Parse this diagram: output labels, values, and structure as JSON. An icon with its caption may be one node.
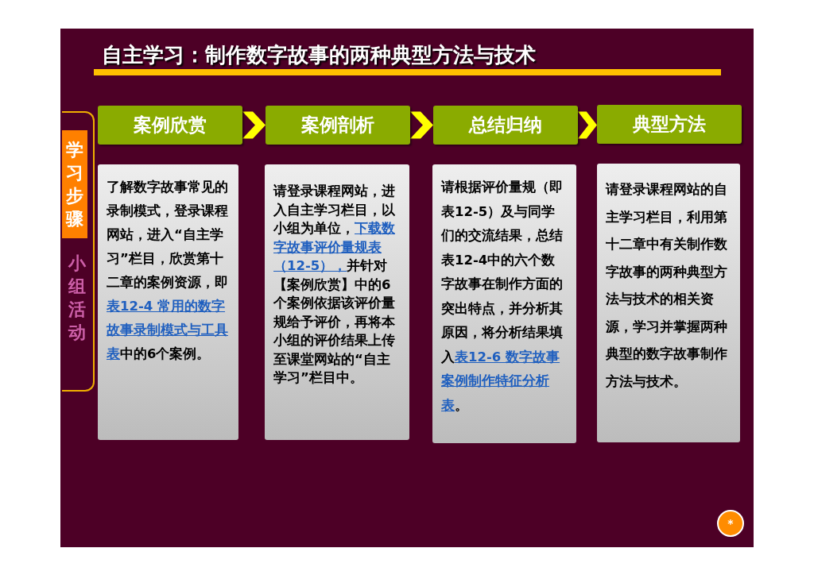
{
  "diagram": {
    "title": "自主学习：制作数字故事的两种典型方法与技术",
    "nodes": [
      {
        "text": [
          "小组活动"
        ]
      },
      {
        "text": [
          "学习步骤"
        ],
        "in": 0
      },
      {
        "text": [
          "案例欣赏"
        ]
      },
      {
        "text": [
          "案例剖析"
        ]
      },
      {
        "text": [
          "总结归纳"
        ]
      },
      {
        "text": [
          "典型方法"
        ]
      },
      {
        "text": [
          "了解数字故事常见的录制模式，登录课程网站，进入“自主学习”栏目，欣赏第十二章的案例资源，即",
          "表12-4 常用的数字故事录制模式与工具表",
          "中的6个案例。"
        ]
      },
      {
        "text": [
          "请登录课程网站，进入自主学习栏目，以小组为单位，",
          "下载数字故事评价量规表（12-5），",
          "并针对【案例欣赏】中的6个案例依据该评价量规给予评价，再将本小组的评价结果上传至课堂网站的“自主学习”栏目中。"
        ]
      },
      {
        "text": [
          "请根据评价量规（即表12-5）及与同学们的交流结果，总结表12-4中的六个数字故事在制作方面的突出特点，并分析其原因，将分析结果填入",
          "表12-6 数字故事案例制作特征分析表",
          "。"
        ]
      },
      {
        "text": [
          "请登录课程网站的自主学习栏目，利用第十二章中有关制作数字故事的两种典型方法与技术的相关资源，学习并掌握两种典型的数字故事制作方法与技术。"
        ]
      }
    ],
    "edges": [
      {
        "from": 2,
        "to": 3,
        "arrow": "to"
      },
      {
        "from": 3,
        "to": 4,
        "arrow": "to"
      },
      {
        "from": 4,
        "to": 5,
        "arrow": "to"
      }
    ],
    "labels": [
      "*"
    ]
  }
}
